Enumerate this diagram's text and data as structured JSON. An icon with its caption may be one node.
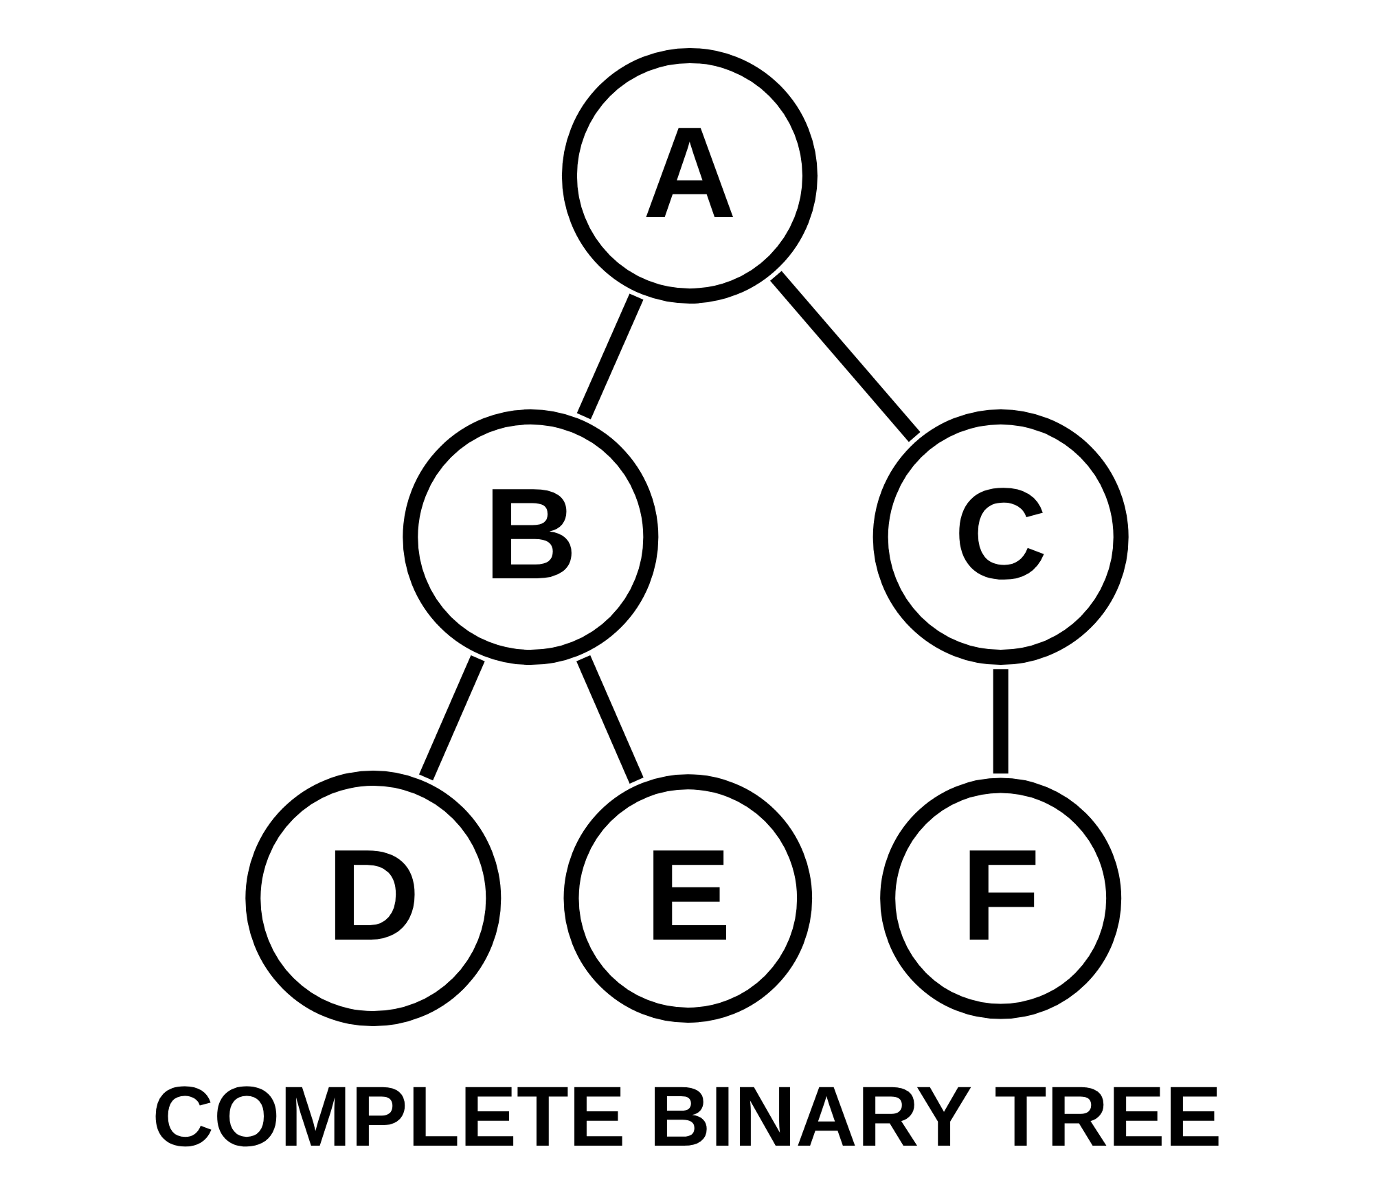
{
  "diagram": {
    "caption": "COMPLETE BINARY TREE",
    "nodes": [
      {
        "text": [
          "A"
        ]
      },
      {
        "text": [
          "B"
        ]
      },
      {
        "text": [
          "C"
        ]
      },
      {
        "text": [
          "D"
        ]
      },
      {
        "text": [
          "E"
        ]
      },
      {
        "text": [
          "F"
        ]
      }
    ],
    "edges": [
      {
        "from": 0,
        "to": 1,
        "arrow": "none"
      },
      {
        "from": 0,
        "to": 2,
        "arrow": "none"
      },
      {
        "from": 1,
        "to": 3,
        "arrow": "none"
      },
      {
        "from": 1,
        "to": 4,
        "arrow": "none"
      },
      {
        "from": 2,
        "to": 5,
        "arrow": "none"
      }
    ]
  }
}
